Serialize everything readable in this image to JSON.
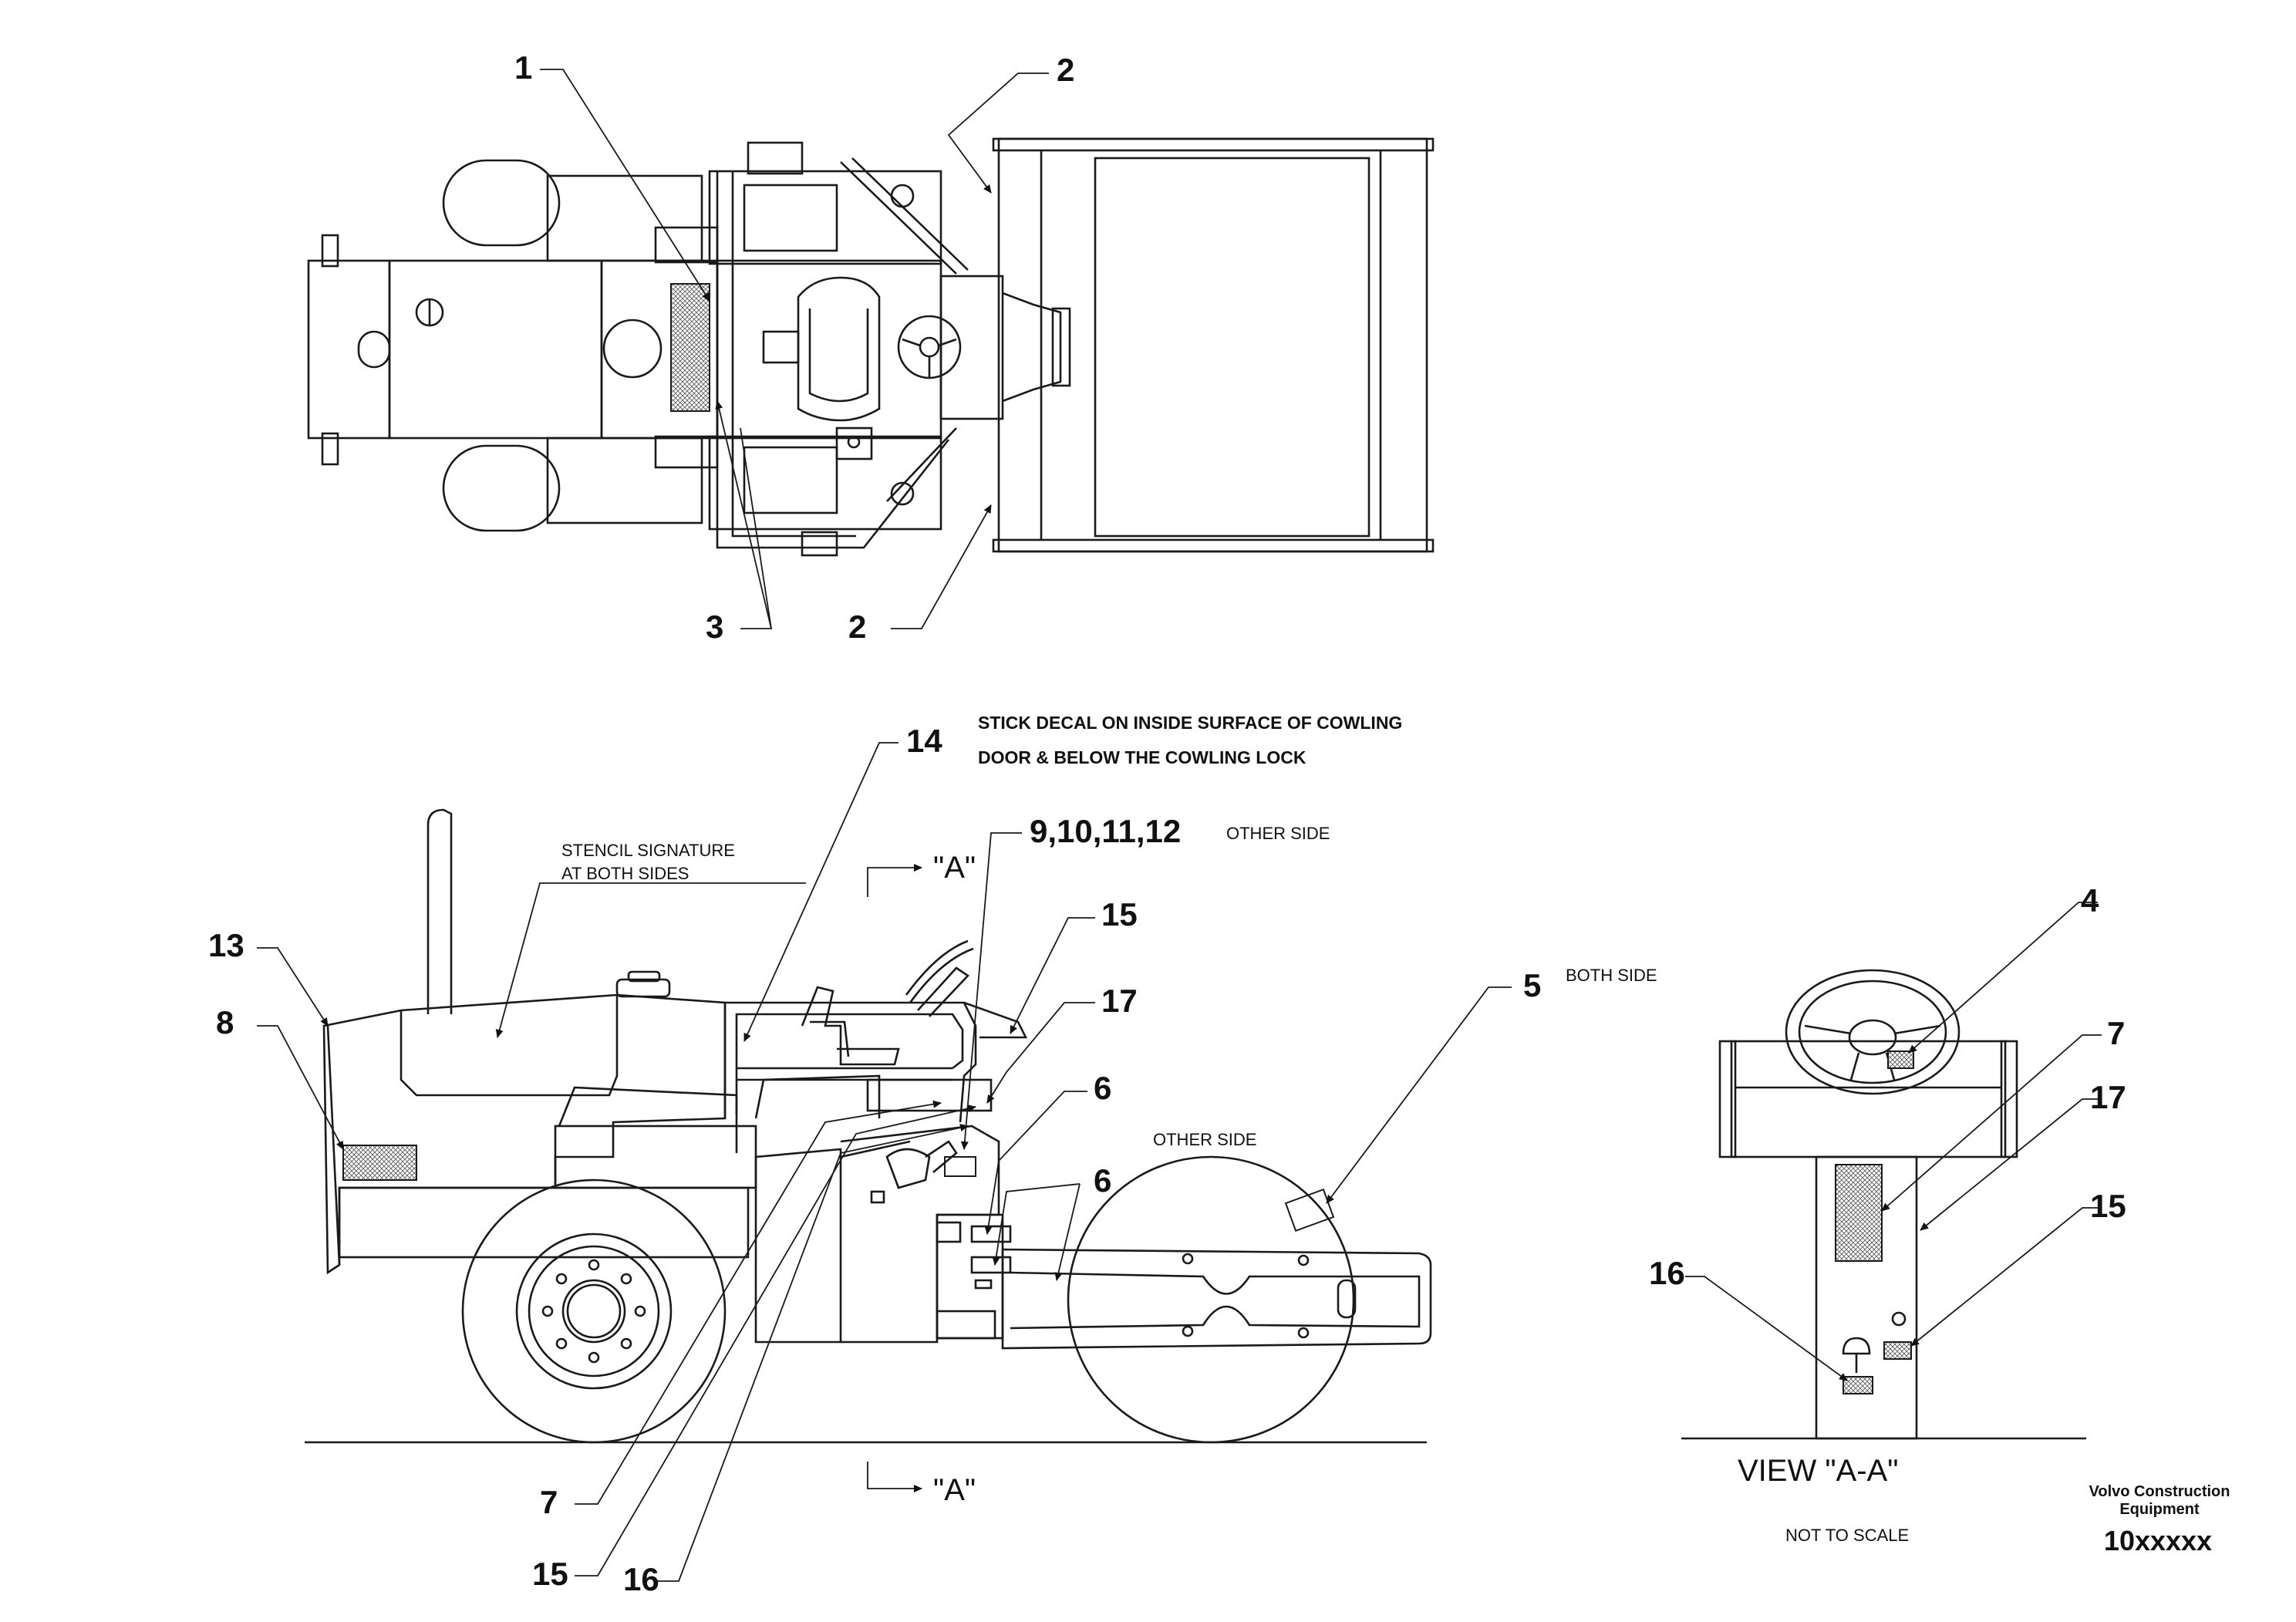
{
  "top_view": {
    "callouts": {
      "c1": "1",
      "c2a": "2",
      "c2b": "2",
      "c3": "3"
    }
  },
  "side_view": {
    "callouts": {
      "c14": "14",
      "c9_12": "9,10,11,12",
      "c15": "15",
      "c17": "17",
      "c13": "13",
      "c8": "8",
      "c5": "5",
      "c6a": "6",
      "c6b": "6",
      "c7": "7",
      "c15b": "15",
      "c16": "16"
    },
    "notes": {
      "cowling_line1": "STICK DECAL ON INSIDE SURFACE OF COWLING",
      "cowling_line2": "DOOR & BELOW THE COWLING LOCK",
      "stencil_line1": "STENCIL SIGNATURE",
      "stencil_line2": "AT BOTH SIDES",
      "other_side_1": "OTHER SIDE",
      "other_side_2": "OTHER SIDE",
      "both_side": "BOTH SIDE"
    },
    "section_marks": {
      "top": "\"A\"",
      "bottom": "\"A\""
    }
  },
  "view_aa": {
    "callouts": {
      "c4": "4",
      "c7": "7",
      "c17": "17",
      "c15": "15",
      "c16": "16"
    },
    "title": "VIEW \"A-A\"",
    "scale_note": "NOT TO SCALE"
  },
  "title_block": {
    "company_line1": "Volvo Construction",
    "company_line2": "Equipment",
    "part_number": "10xxxxx"
  }
}
